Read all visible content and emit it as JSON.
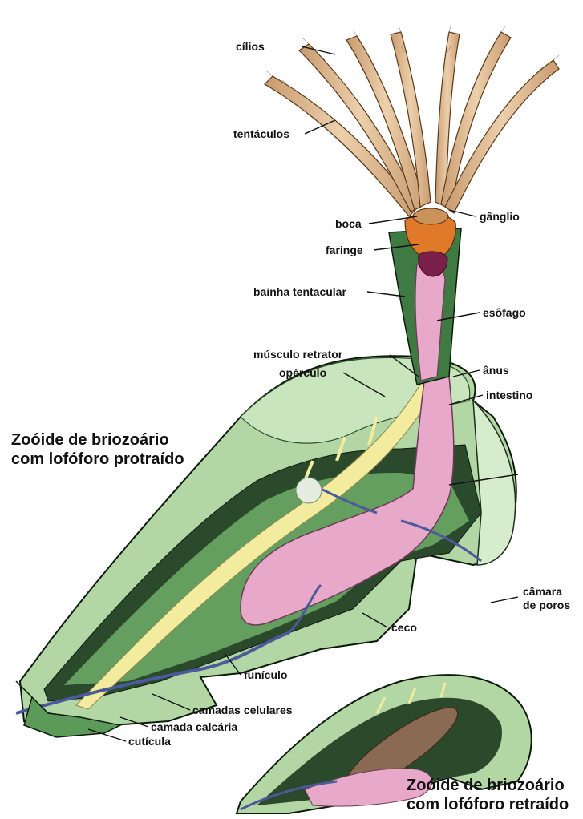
{
  "diagram": {
    "titles": {
      "protracted": [
        "Zoóide de briozoário",
        "com lofóforo protraído"
      ],
      "retracted": [
        "Zoóide de briozoário",
        "com lofóforo retraído"
      ]
    },
    "labels": {
      "cilios": "cílios",
      "tentaculos": "tentáculos",
      "boca": "boca",
      "ganglio": "gânglio",
      "faringe": "faringe",
      "bainha_tentacular": "bainha tentacular",
      "esofago": "esôfago",
      "musculo_retrator": "músculo retrator",
      "operculo": "opérculo",
      "anus": "ânus",
      "intestino": "intestino",
      "camara_de_poros": [
        "câmara",
        "de poros"
      ],
      "ceco": "ceco",
      "funiculo": "funículo",
      "camadas_celulares": "camadas celulares",
      "camada_calcaria": "camada calcária",
      "cuticula": "cutícula"
    },
    "colors": {
      "body_wall": "#a9cf9d",
      "body_wall_dark": "#4f8d52",
      "interior_dark": "#1e3a20",
      "gut": "#e6a6c8",
      "muscle": "#f2ec9c",
      "tentacle": "#dcb48c",
      "nerve_strand": "#4a5a9a",
      "mouth": "#e07a2a"
    }
  }
}
